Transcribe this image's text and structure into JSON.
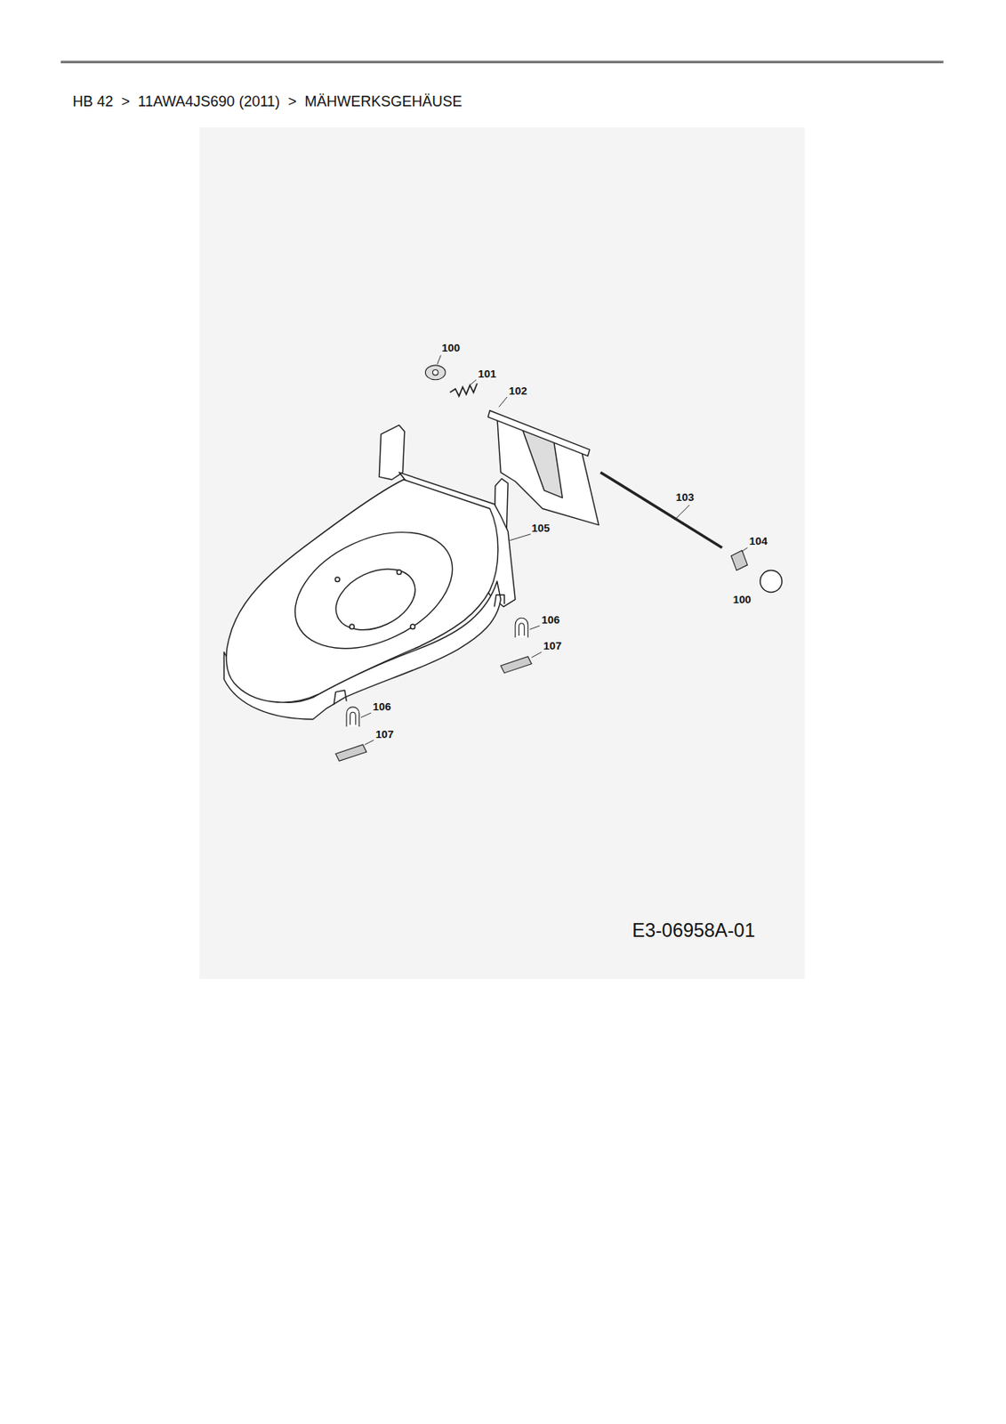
{
  "diagram": {
    "title": "HB 42  >  11AWA4JS690 (2011)  >  MÄHWERKSGEHÄUSE",
    "labels": [
      "100",
      "101",
      "102",
      "103",
      "104",
      "100",
      "105",
      "106",
      "107",
      "106",
      "107",
      "E3-06958A-01"
    ]
  }
}
